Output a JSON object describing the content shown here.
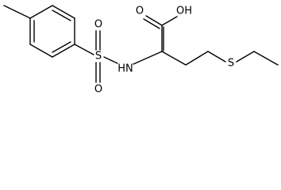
{
  "molecule": {
    "atoms": {
      "s_sulfonyl": "S",
      "o_sulfonyl_top": "O",
      "o_sulfonyl_bottom": "O",
      "nh": "HN",
      "oh": "OH",
      "o_carbonyl": "O",
      "s_thioether": "S"
    }
  },
  "colors": {
    "bond": "#000000",
    "text": "#000000",
    "background": "#ffffff"
  }
}
